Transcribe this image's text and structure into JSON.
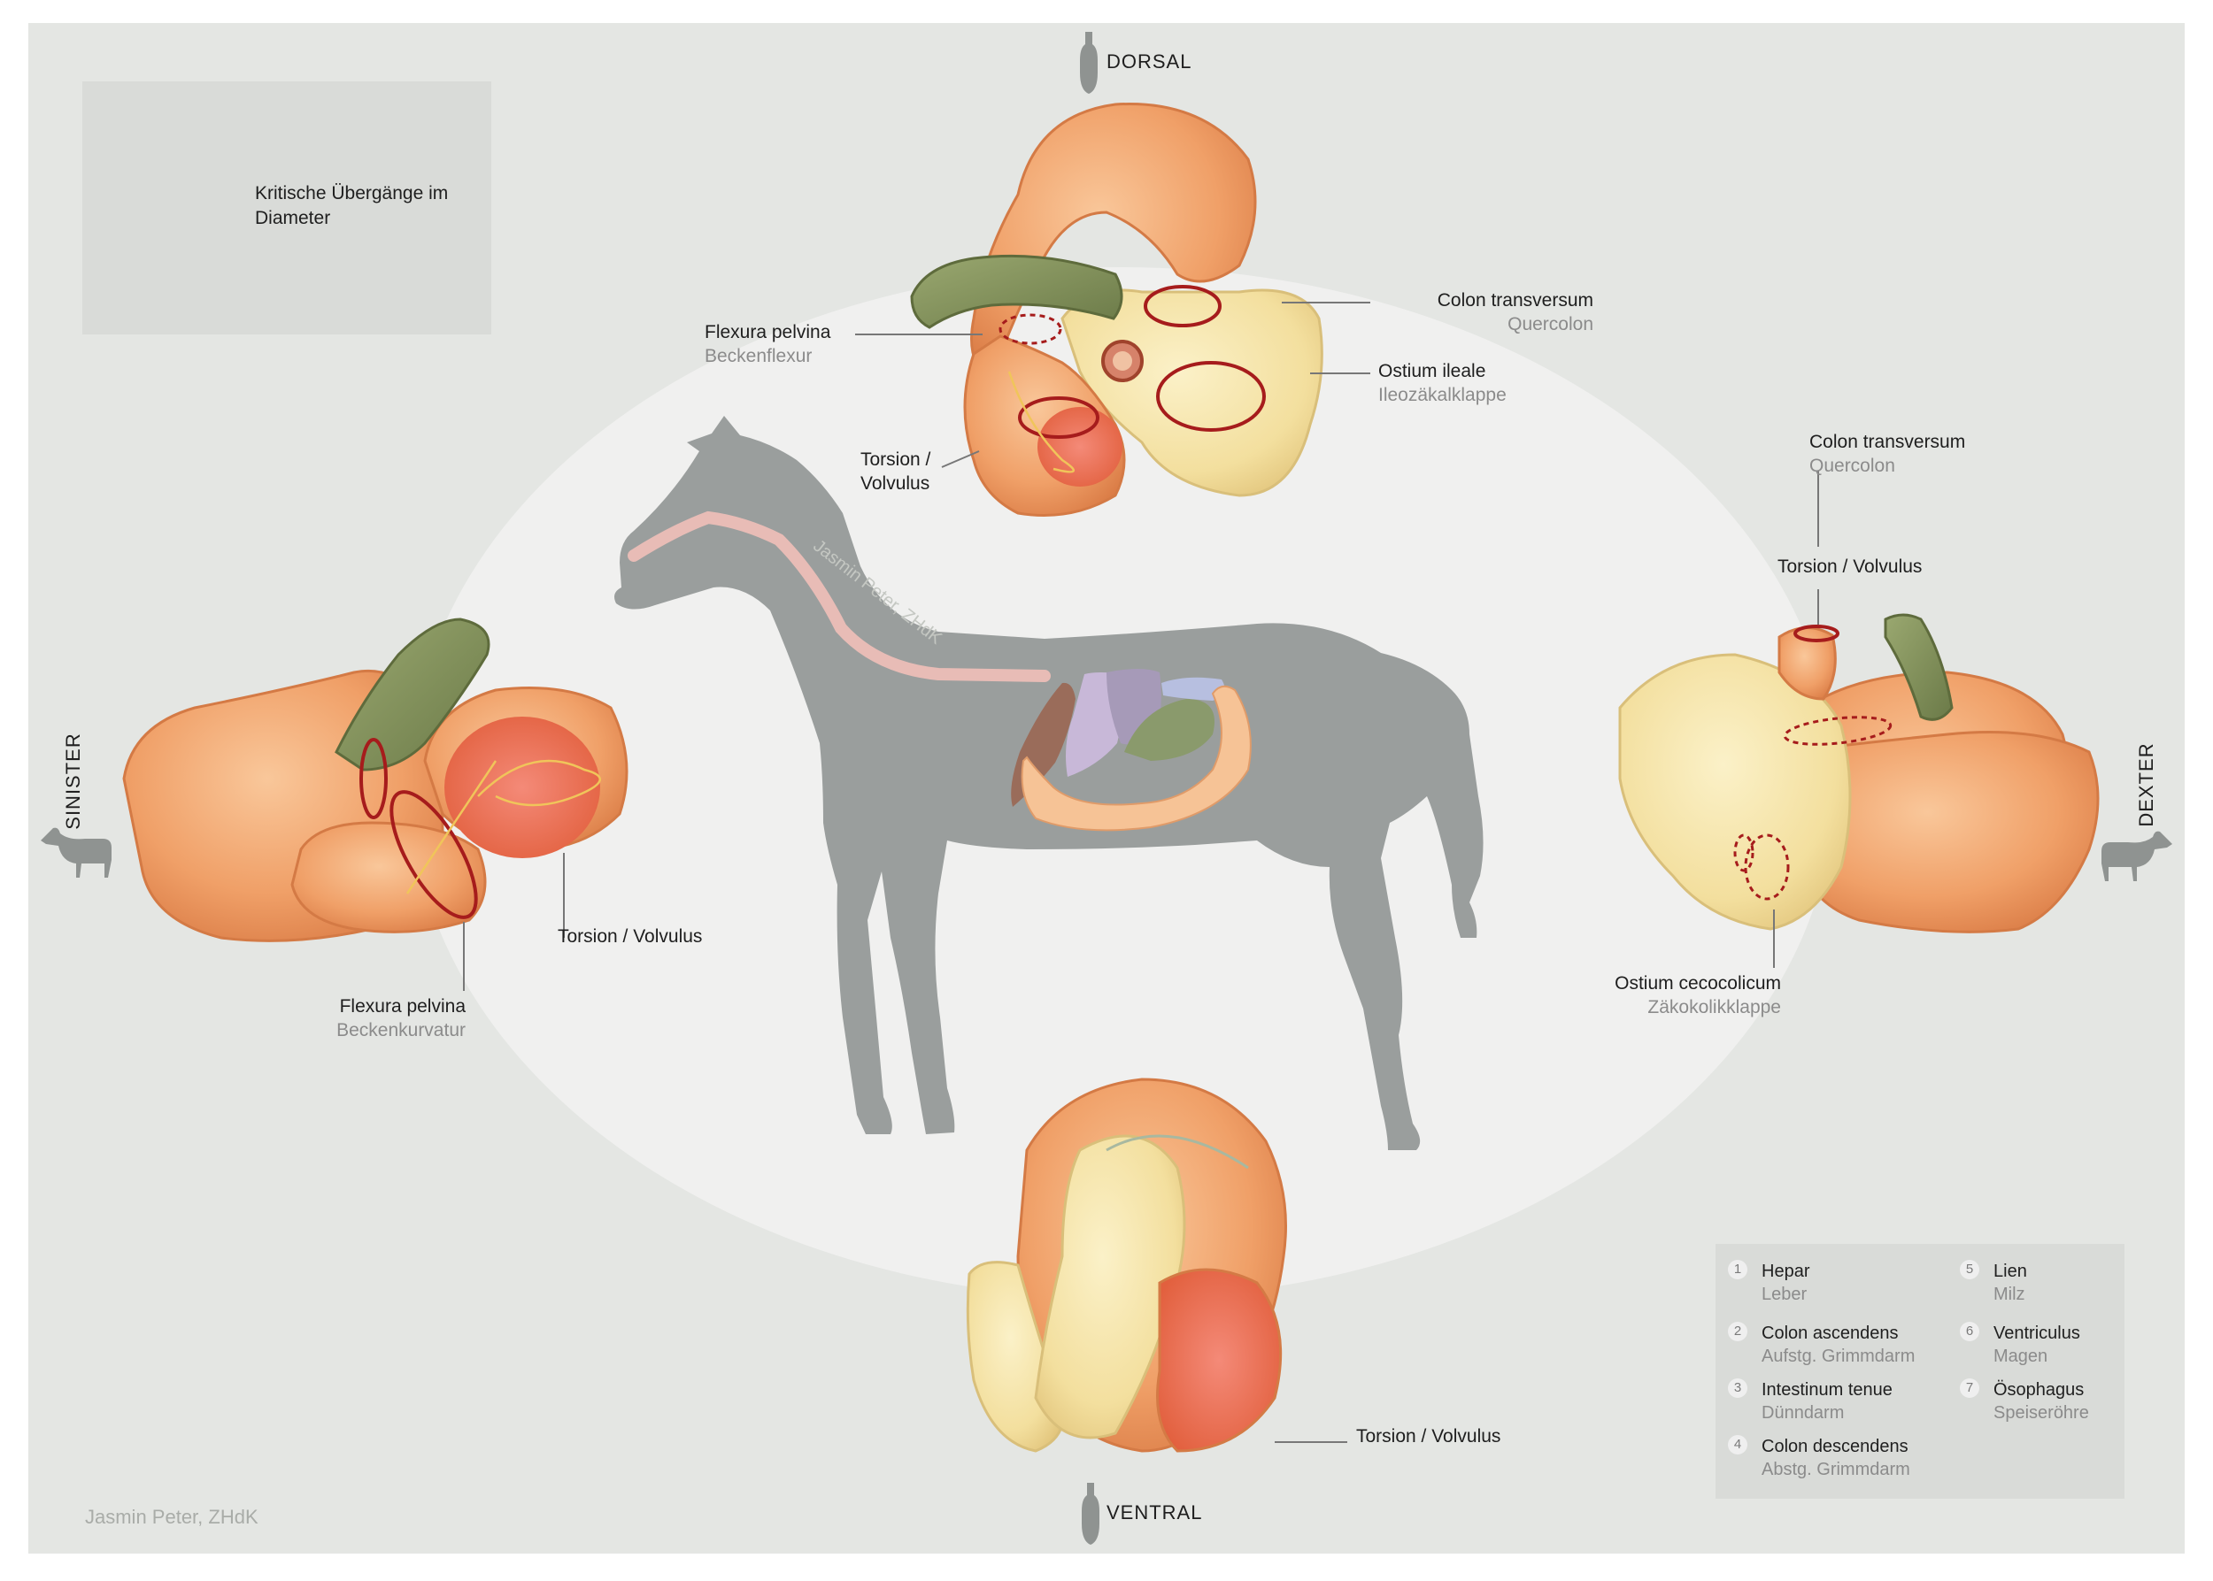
{
  "key": {
    "text": "Kritische Übergänge im Diameter"
  },
  "directions": {
    "dorsal": "DORSAL",
    "ventral": "VENTRAL",
    "sinister": "SINISTER",
    "dexter": "DEXTER"
  },
  "dorsal_view": {
    "colon_transversum": {
      "name": "Colon transversum",
      "de": "Quercolon"
    },
    "flexura_pelvina": {
      "name": "Flexura pelvina",
      "de": "Beckenflexur"
    },
    "ostium_ileale": {
      "name": "Ostium ileale",
      "de": "Ileozäkalklappe"
    },
    "torsion": {
      "line1": "Torsion /",
      "line2": "Volvulus"
    }
  },
  "dexter_view": {
    "colon_transversum": {
      "name": "Colon transversum",
      "de": "Quercolon"
    },
    "torsion": "Torsion / Volvulus",
    "ostium_cecocolicum": {
      "name": "Ostium cecocolicum",
      "de": "Zäkokolikklappe"
    }
  },
  "sinister_view": {
    "torsion": "Torsion / Volvulus",
    "flexura_pelvina": {
      "name": "Flexura pelvina",
      "de": "Beckenkurvatur"
    }
  },
  "ventral_view": {
    "torsion": "Torsion / Volvulus"
  },
  "legend": [
    {
      "num": "1",
      "name": "Hepar",
      "de": "Leber"
    },
    {
      "num": "2",
      "name": "Colon ascendens",
      "de": "Aufstg. Grimmdarm"
    },
    {
      "num": "3",
      "name": "Intestinum tenue",
      "de": "Dünndarm"
    },
    {
      "num": "4",
      "name": "Colon descendens",
      "de": "Abstg. Grimmdarm"
    },
    {
      "num": "5",
      "name": "Lien",
      "de": "Milz"
    },
    {
      "num": "6",
      "name": "Ventriculus",
      "de": "Magen"
    },
    {
      "num": "7",
      "name": "Ösophagus",
      "de": "Speiseröhre"
    }
  ],
  "credit": "Jasmin Peter, ZHdK",
  "watermark": "Jasmin Peter, ZHdK",
  "colors": {
    "background": "#e4e6e3",
    "ellipse": "#f0f0ef",
    "horse": "#9a9e9d",
    "colon": "#f2a56c",
    "cecum": "#f3dd9e",
    "esophagus": "#7d8c57",
    "ring": "#a61c1c",
    "arrow": "#f0c55a"
  }
}
